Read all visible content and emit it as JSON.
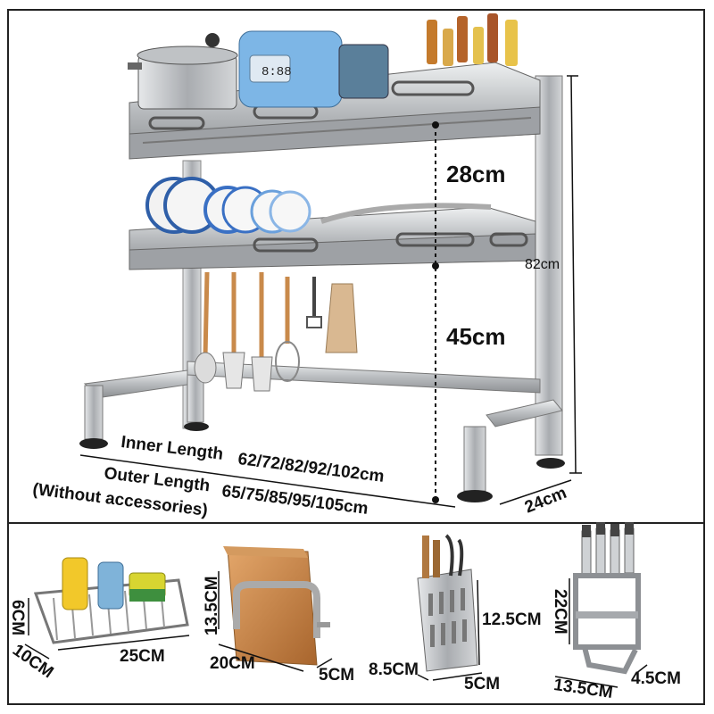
{
  "main": {
    "height_upper": "28cm",
    "height_lower": "45cm",
    "total_height": "82cm",
    "depth": "24cm",
    "inner_length_label": "Inner Length",
    "inner_length_values": "62/72/82/92/102cm",
    "outer_length_label": "Outer Length",
    "outer_length_values": "65/75/85/95/105cm",
    "outer_note": "(Without accessories)",
    "appliance_display": "8:88"
  },
  "accessories": {
    "basket": {
      "height": "6CM",
      "depth": "10CM",
      "length": "25CM"
    },
    "board_holder": {
      "height": "13.5CM",
      "length": "20CM",
      "depth": "5CM"
    },
    "utensil_holder": {
      "width": "8.5CM",
      "height": "12.5CM",
      "depth": "5CM"
    },
    "knife_holder": {
      "height": "22CM",
      "width": "13.5CM",
      "depth": "4.5CM"
    }
  },
  "colors": {
    "steel": "#c9cbcd",
    "steel_dark": "#8c8f92",
    "wood": "#c98a4b",
    "blue": "#6fa8dc",
    "text": "#111111"
  }
}
